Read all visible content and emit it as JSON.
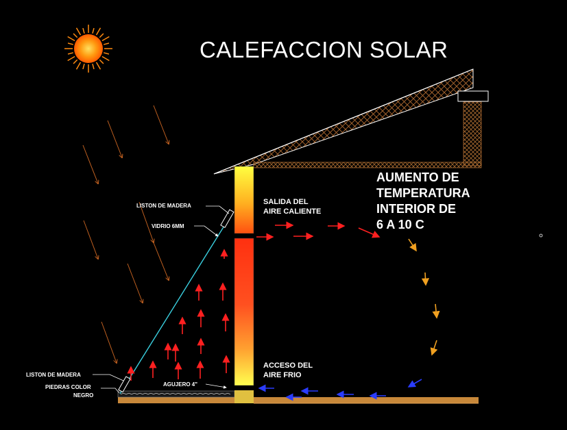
{
  "title": "CALEFACCION SOLAR",
  "labels": {
    "liston_top": "LISTON DE MADERA",
    "vidrio": "VIDRIO 6MM",
    "salida_line1": "SALIDA DEL",
    "salida_line2": "AIRE CALIENTE",
    "acceso_line1": "ACCESO DEL",
    "acceso_line2": "AIRE FRIO",
    "liston_bottom": "LISTON DE MADERA",
    "piedras_line1": "PIEDRAS COLOR",
    "piedras_line2": "NEGRO",
    "agujero": "AGUJERO 4\""
  },
  "aumento": {
    "line1": "AUMENTO DE",
    "line2": "TEMPERATURA",
    "line3": "INTERIOR DE",
    "line4": "6 A 10 C"
  },
  "icons": {
    "sun": "sun-icon"
  },
  "colors": {
    "background": "#000000",
    "hot_arrow": "#ff2020",
    "cold_arrow": "#2a3cff",
    "cooling_arrow": "#f0a020",
    "sun_ray": "#c06020",
    "glass": "#3ad0e0",
    "wall_top": "#ffff40",
    "wall_mid": "#ff3010",
    "wood": "#c8883a"
  }
}
